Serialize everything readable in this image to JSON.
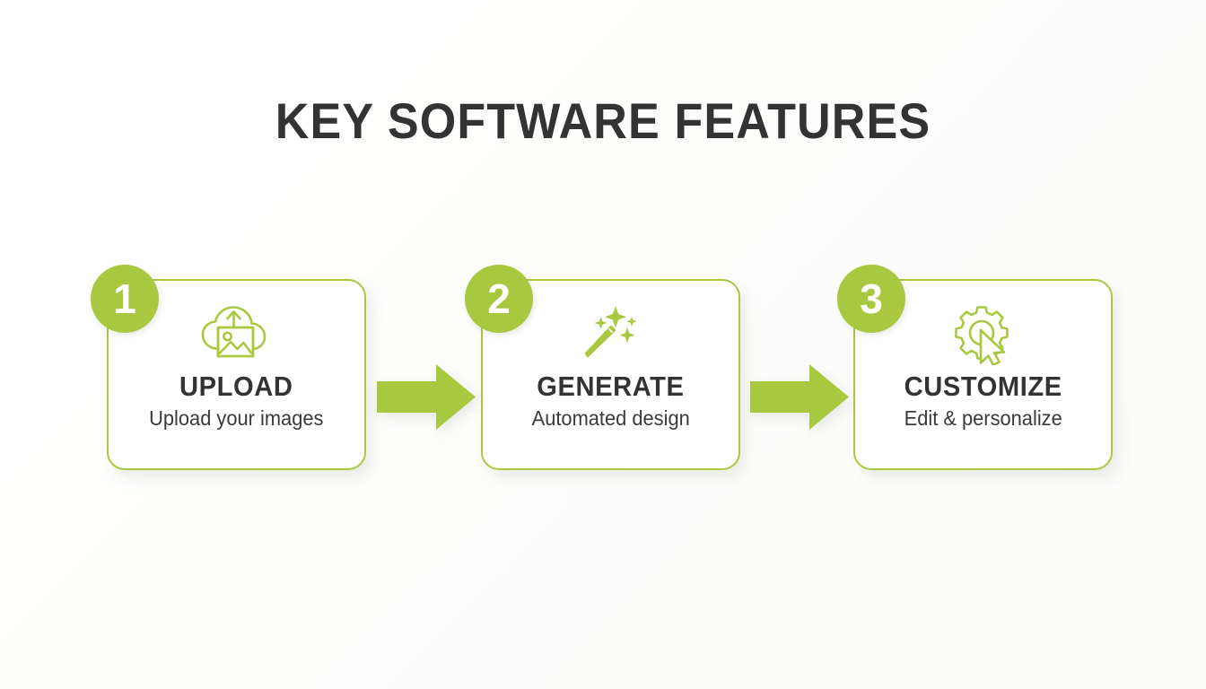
{
  "slide": {
    "title": "KEY SOFTWARE FEATURES",
    "background_color": "#fdfdfd",
    "accent_color": "#a8c93f",
    "text_color": "#333333"
  },
  "steps": [
    {
      "number": "1",
      "title": "UPLOAD",
      "subtitle": "Upload your images",
      "icon": "cloud-upload-image-icon"
    },
    {
      "number": "2",
      "title": "GENERATE",
      "subtitle": "Automated design",
      "icon": "magic-wand-sparkles-icon"
    },
    {
      "number": "3",
      "title": "CUSTOMIZE",
      "subtitle": "Edit & personalize",
      "icon": "gear-cursor-icon"
    }
  ],
  "connectors": [
    {
      "icon": "arrow-right-icon"
    },
    {
      "icon": "arrow-right-icon"
    }
  ]
}
